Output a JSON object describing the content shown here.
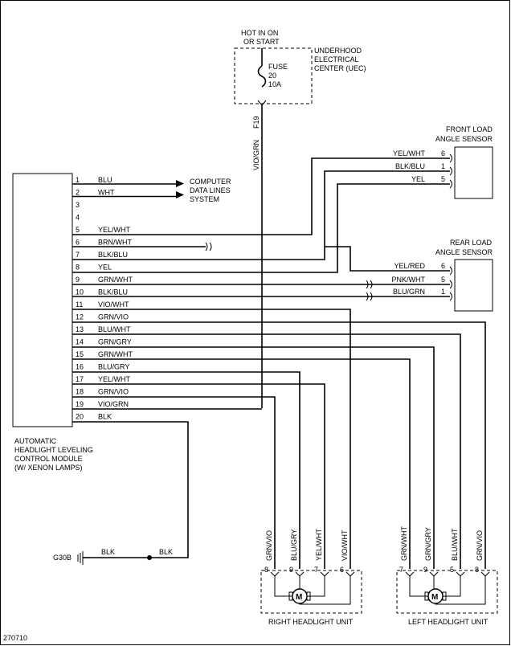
{
  "power": {
    "hot_line1": "HOT IN ON",
    "hot_line2": "OR START",
    "uec_line1": "UNDERHOOD",
    "uec_line2": "ELECTRICAL",
    "uec_line3": "CENTER (UEC)",
    "fuse_label": "FUSE",
    "fuse_number": "20",
    "fuse_rating": "10A",
    "fuse_id": "F19",
    "feed_wire_color": "VIO/GRN"
  },
  "module": {
    "name_line1": "AUTOMATIC",
    "name_line2": "HEADLIGHT LEVELING",
    "name_line3": "CONTROL MODULE",
    "name_line4": "(W/ XENON LAMPS)",
    "pins": [
      {
        "num": "1",
        "color": "BLU"
      },
      {
        "num": "2",
        "color": "WHT"
      },
      {
        "num": "3",
        "color": ""
      },
      {
        "num": "4",
        "color": ""
      },
      {
        "num": "5",
        "color": "YEL/WHT"
      },
      {
        "num": "6",
        "color": "BRN/WHT"
      },
      {
        "num": "7",
        "color": "BLK/BLU"
      },
      {
        "num": "8",
        "color": "YEL"
      },
      {
        "num": "9",
        "color": "GRN/WHT"
      },
      {
        "num": "10",
        "color": "BLK/BLU"
      },
      {
        "num": "11",
        "color": "VIO/WHT"
      },
      {
        "num": "12",
        "color": "GRN/VIO"
      },
      {
        "num": "13",
        "color": "BLU/WHT"
      },
      {
        "num": "14",
        "color": "GRN/GRY"
      },
      {
        "num": "15",
        "color": "GRN/WHT"
      },
      {
        "num": "16",
        "color": "BLU/GRY"
      },
      {
        "num": "17",
        "color": "YEL/WHT"
      },
      {
        "num": "18",
        "color": "GRN/VIO"
      },
      {
        "num": "19",
        "color": "VIO/GRN"
      },
      {
        "num": "20",
        "color": "BLK"
      }
    ]
  },
  "data_lines": {
    "line1": "COMPUTER",
    "line2": "DATA LINES",
    "line3": "SYSTEM"
  },
  "front_sensor": {
    "title_line1": "FRONT LOAD",
    "title_line2": "ANGLE SENSOR",
    "pins": [
      {
        "num": "6",
        "color": "YEL/WHT"
      },
      {
        "num": "1",
        "color": "BLK/BLU"
      },
      {
        "num": "5",
        "color": "YEL"
      }
    ]
  },
  "rear_sensor": {
    "title_line1": "REAR LOAD",
    "title_line2": "ANGLE SENSOR",
    "pins": [
      {
        "num": "6",
        "color": "YEL/RED"
      },
      {
        "num": "5",
        "color": "PNK/WHT"
      },
      {
        "num": "1",
        "color": "BLU/GRN"
      }
    ]
  },
  "ground": {
    "id": "G30B",
    "wire_left": "BLK",
    "wire_right": "BLK"
  },
  "right_headlight": {
    "title": "RIGHT HEADLIGHT UNIT",
    "motor": "M",
    "wires": [
      {
        "num": "8",
        "color": "GRN/VIO"
      },
      {
        "num": "9",
        "color": "BLU/GRY"
      },
      {
        "num": "7",
        "color": "YEL/WHT"
      },
      {
        "num": "6",
        "color": "VIO/WHT"
      }
    ]
  },
  "left_headlight": {
    "title": "LEFT HEADLIGHT UNIT",
    "motor": "M",
    "wires": [
      {
        "num": "7",
        "color": "GRN/WHT"
      },
      {
        "num": "9",
        "color": "GRN/GRY"
      },
      {
        "num": "5",
        "color": "BLU/WHT"
      },
      {
        "num": "8",
        "color": "GRN/VIO"
      }
    ]
  },
  "figure_id": "270710"
}
